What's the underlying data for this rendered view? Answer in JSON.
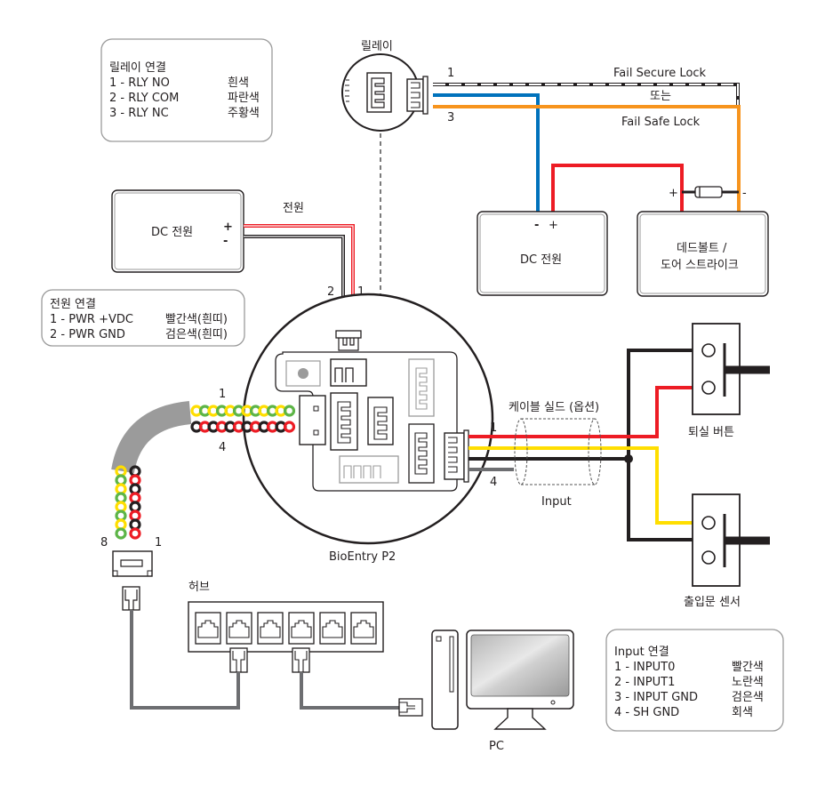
{
  "relay_legend": {
    "title": "릴레이 연결",
    "rows": [
      {
        "pin": "1 - RLY NO",
        "color": "흰색"
      },
      {
        "pin": "2 - RLY COM",
        "color": "파란색"
      },
      {
        "pin": "3 - RLY NC",
        "color": "주황색"
      }
    ]
  },
  "power_legend": {
    "title": "전원 연결",
    "rows": [
      {
        "pin": "1 - PWR +VDC",
        "color": "빨간색(흰띠)"
      },
      {
        "pin": "2 - PWR GND",
        "color": "검은색(흰띠)"
      }
    ]
  },
  "input_legend": {
    "title": "Input 연결",
    "rows": [
      {
        "pin": "1 - INPUT0",
        "color": "빨간색"
      },
      {
        "pin": "2 - INPUT1",
        "color": "노란색"
      },
      {
        "pin": "3 - INPUT GND",
        "color": "검은색"
      },
      {
        "pin": "4 - SH GND",
        "color": "회색"
      }
    ]
  },
  "relay": {
    "label": "릴레이",
    "pin_1": "1",
    "pin_3": "3",
    "fail_secure": "Fail Secure Lock",
    "or_label": "또는",
    "fail_safe": "Fail Safe Lock"
  },
  "dc_power_left": {
    "label": "DC 전원",
    "plus": "+",
    "minus": "-",
    "wire_label": "전원",
    "pin_2": "2",
    "pin_1": "1"
  },
  "dc_power_right": {
    "label": "DC 전원",
    "minus": "-",
    "plus": "+"
  },
  "lock": {
    "line1": "데드볼트 /",
    "line2": "도어 스트라이크",
    "plus": "+",
    "minus": "-"
  },
  "device": {
    "label": "BioEntry P2"
  },
  "ethernet": {
    "pin_top_1": "1",
    "pin_top_4": "4",
    "pin_8": "8",
    "pin_1": "1"
  },
  "input_cable": {
    "shield_label": "케이블 실드 (옵션)",
    "label": "Input",
    "pin_1": "1",
    "pin_4": "4"
  },
  "exit_button": {
    "label": "퇴실 버튼"
  },
  "door_sensor": {
    "label": "출입문 센서"
  },
  "hub": {
    "label": "허브",
    "port_count": 6
  },
  "pc": {
    "label": "PC"
  },
  "colors": {
    "red": "#ed1c24",
    "black": "#231f20",
    "blue": "#0072bc",
    "orange": "#f7941d",
    "yellow": "#ffde00",
    "green": "#5db547",
    "gray": "#6d6e71",
    "cable_gray": "#9b9b9b"
  }
}
